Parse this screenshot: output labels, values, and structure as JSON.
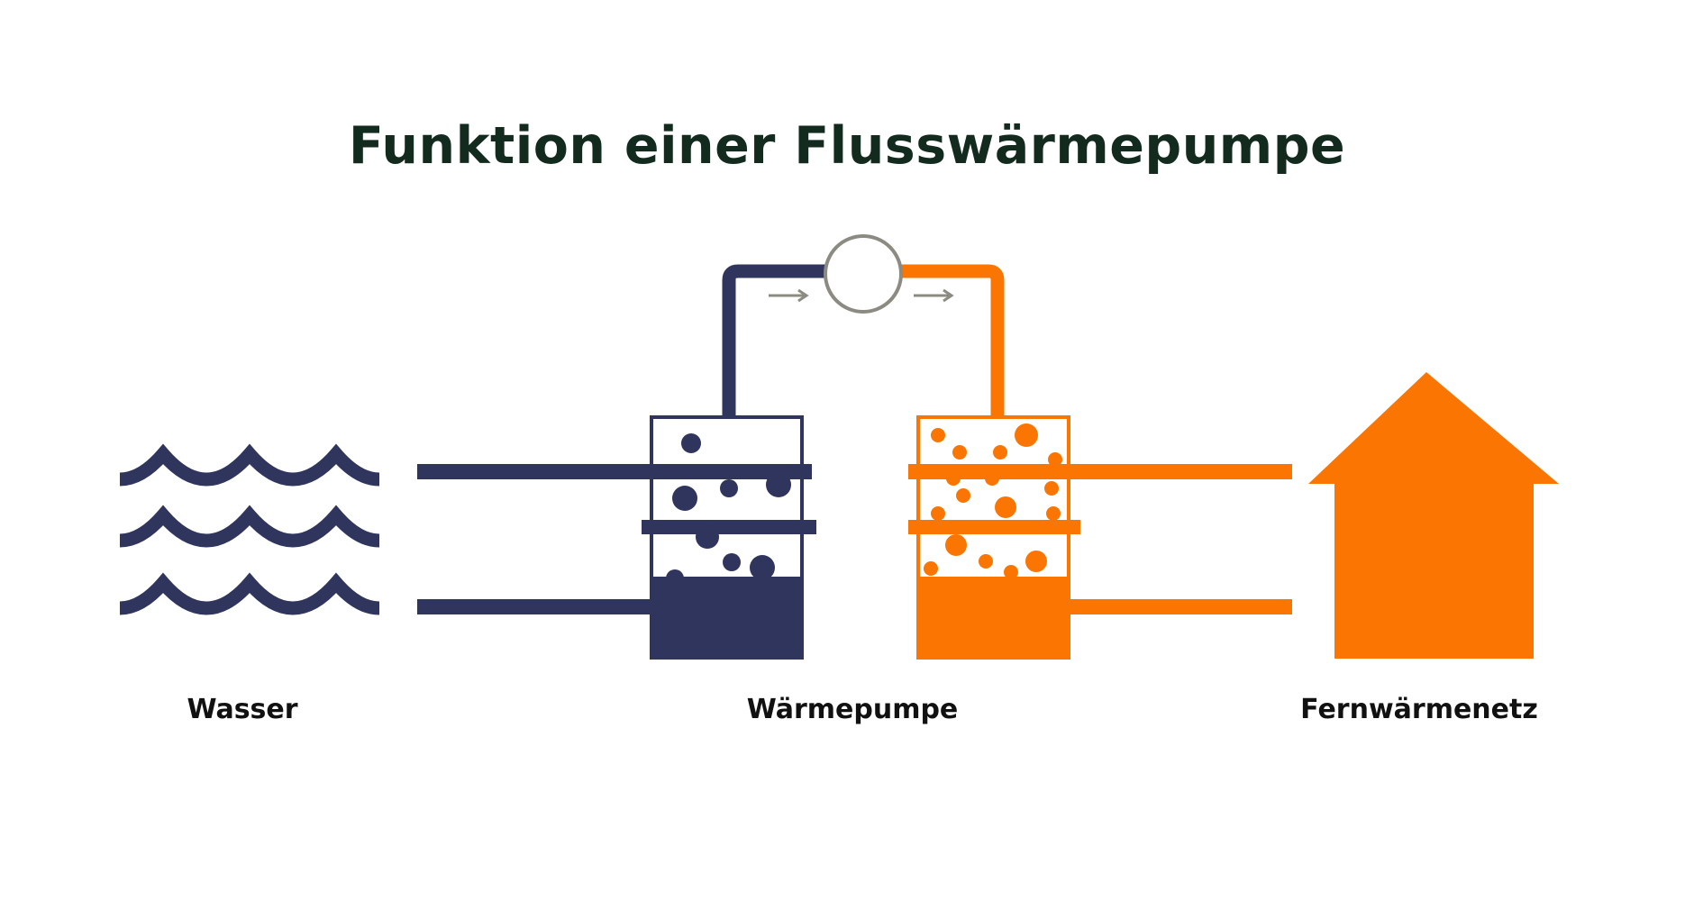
{
  "title": "Funktion einer Flusswärmepumpe",
  "labels": {
    "water": "Wasser",
    "heat_pump": "Wärmepumpe",
    "district_heating": "Fernwärmenetz"
  },
  "colors": {
    "title_text": "#132a1e",
    "label_text": "#111111",
    "cold": "#2f355c",
    "hot": "#fb7503",
    "neutral": "#8c8b82"
  },
  "icons": {
    "water": "water-waves-icon",
    "compressor": "compressor-icon",
    "house": "house-icon"
  }
}
